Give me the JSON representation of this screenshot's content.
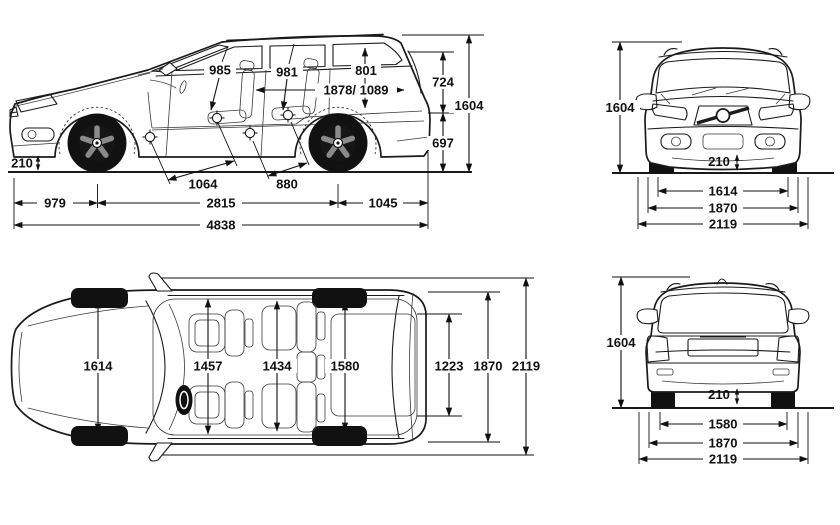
{
  "unit_note": "",
  "colors": {
    "line": "#1a1a1a",
    "background": "#ffffff",
    "tire_fill": "#111111"
  },
  "icons": {
    "hip_point": "crosshair-icon",
    "ground_clearance_indicator": "up-down-arrow-icon"
  },
  "side_view": {
    "front_headroom": "985",
    "rear_headroom": "981",
    "cargo_opening_height": "801",
    "cargo_length": "1878/ 1089",
    "upper_body_height": "724",
    "overall_height": "1604",
    "lower_body_height": "697",
    "ground_clearance": "210",
    "front_legroom": "1064",
    "rear_legroom": "880",
    "front_overhang": "979",
    "wheelbase": "2815",
    "rear_overhang": "1045",
    "overall_length": "4838"
  },
  "front_view": {
    "overall_height": "1604",
    "ground_clearance": "210",
    "front_track": "1614",
    "body_width": "1870",
    "width_incl_mirrors": "2119"
  },
  "top_view": {
    "front_track": "1614",
    "front_interior_width": "1457",
    "rear_interior_width": "1434",
    "rear_track": "1580",
    "cargo_width": "1223",
    "body_width": "1870",
    "width_incl_mirrors": "2119"
  },
  "rear_view": {
    "overall_height": "1604",
    "ground_clearance": "210",
    "rear_track": "1580",
    "body_width": "1870",
    "width_incl_mirrors": "2119"
  }
}
